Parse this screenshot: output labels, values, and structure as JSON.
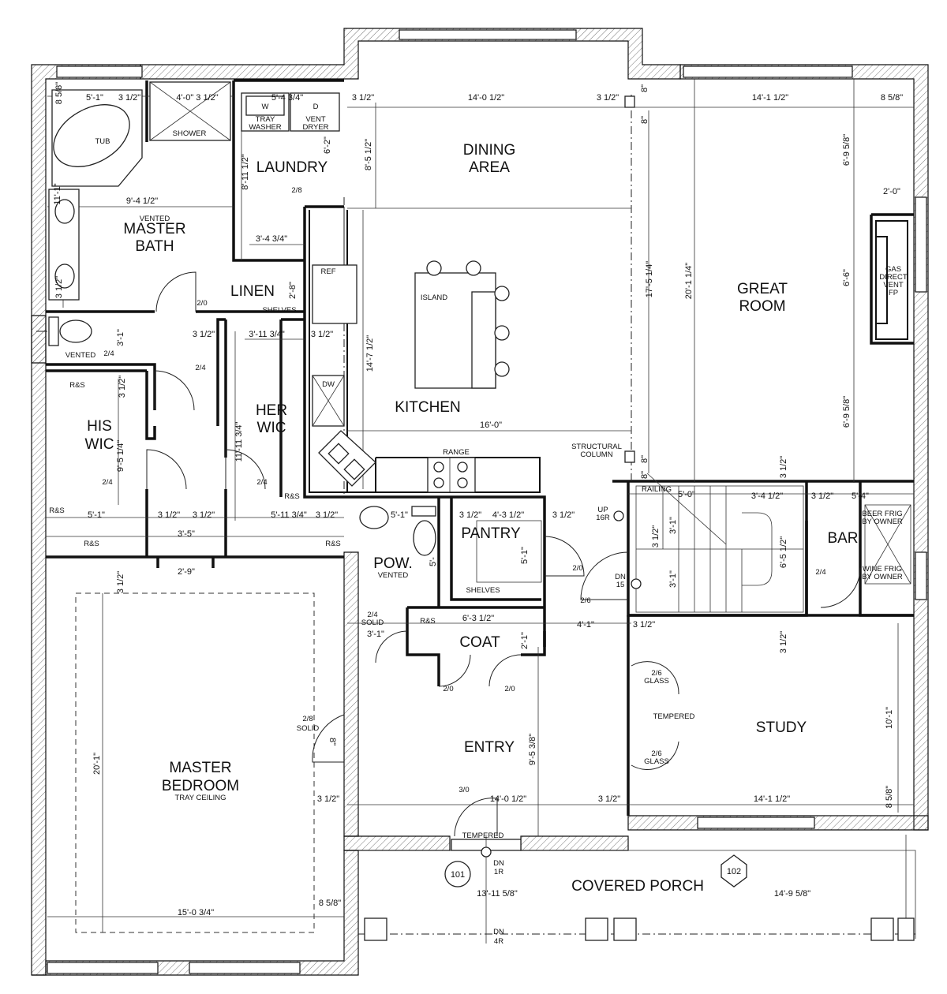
{
  "rooms": {
    "dining": [
      "DINING",
      "AREA"
    ],
    "great": [
      "GREAT",
      "ROOM"
    ],
    "kitchen": "KITCHEN",
    "laundry": "LAUNDRY",
    "master_bath": [
      "MASTER",
      "BATH"
    ],
    "master_bath_note": "VENTED",
    "linen": "LINEN",
    "his_wic": [
      "HIS",
      "WIC"
    ],
    "her_wic": [
      "HER",
      "WIC"
    ],
    "pow": "POW.",
    "pow_note": "VENTED",
    "pantry": "PANTRY",
    "bar": "BAR",
    "coat": "COAT",
    "entry": "ENTRY",
    "study": "STUDY",
    "master_bedroom": [
      "MASTER",
      "BEDROOM"
    ],
    "master_bedroom_note": "TRAY CEILING",
    "covered_porch": "COVERED PORCH"
  },
  "labels": {
    "tub": "TUB",
    "shower": "SHOWER",
    "washer": [
      "W",
      "TRAY",
      "WASHER"
    ],
    "dryer": [
      "D",
      "VENT",
      "DRYER"
    ],
    "ref": "REF",
    "island": "ISLAND",
    "dw": "DW",
    "range": "RANGE",
    "structural_column": [
      "STRUCTURAL",
      "COLUMN"
    ],
    "fireplace": [
      "GAS",
      "DIRECT",
      "VENT",
      "FP"
    ],
    "railing": "RAILING",
    "up": [
      "UP",
      "16R"
    ],
    "dn": [
      "DN",
      "15"
    ],
    "beer_frig": [
      "BEER FRIG",
      "BY OWNER"
    ],
    "wine_frig": [
      "WINE FRIG",
      "BY OWNER"
    ],
    "shelves_linen": "SHELVES",
    "shelves_pantry": "SHELVES",
    "wc_vented": "VENTED",
    "rs": "R&S",
    "glass": "GLASS",
    "tempered": "TEMPERED",
    "solid": "SOLID",
    "dn_porch": [
      "DN",
      "1R"
    ],
    "dn_steps": [
      "DN",
      "4R"
    ],
    "tag_101": "101",
    "tag_102": "102"
  },
  "doors": {
    "d_2_0": "2/0",
    "d_2_4": "2/4",
    "d_2_6": "2/6",
    "d_2_8": "2/8",
    "d_3_0": "3/0"
  },
  "dims": {
    "bath_w1": "5'-1\"",
    "bath_w2": "3 1/2\"",
    "shower_w": "4'-0\" 3 1/2\"",
    "laundry_w": "5'-4 3/4\"",
    "bath_top": "8 5/8\"",
    "dining_w": "14'-0 1/2\"",
    "dining_l": "3 1/2\"",
    "dining_r": "3 1/2\"",
    "great_w": "14'-1 1/2\"",
    "great_r": "8 5/8\"",
    "great_top1": "8\"",
    "great_top2": "8\"",
    "laundry_h": "8'-11 1/2\"",
    "laundry_door": "6'-2\"",
    "dining_h": "8'-5 1/2\"",
    "bath_w": "9'-4 1/2\"",
    "bath_side": "11'-1\"",
    "bath_bot": "3 1/2\"",
    "laundry_bot": "3'-4 3/4\"",
    "linen_h": "2'-8\"",
    "fp_w": "2'-0\"",
    "fp_top": "6'-9 5/8\"",
    "fp_mid": "6'-6\"",
    "fp_bot": "6'-9 5/8\"",
    "kitchen_h": "17'-5 1/4\"",
    "great_h": "20'-1 1/4\"",
    "wc_h": "3'-1\"",
    "her_top_l": "3 1/2\"",
    "her_top": "3'-11 3/4\"",
    "her_top_r": "3 1/2\"",
    "kitchen_h2": "14'-7 1/2\"",
    "kitchen_w": "16'-0\"",
    "his_top": "3 1/2\"",
    "his_h": "9'-5 1/4\"",
    "her_h": "11'-11 3/4\"",
    "col_h1": "8\"",
    "col_h2": "8\"",
    "stair_side": "3 1/2\"",
    "stair_w1": "5'-0\"",
    "stair_w2": "3'-4 1/2\"",
    "bar_l": "3 1/2\"",
    "bar_w": "5'-4\"",
    "his_bot": "5'-1\"",
    "wic_mid_l": "3 1/2\"",
    "wic_mid_r": "3 1/2\"",
    "her_bot": "5'-11 3/4\"",
    "her_bot_r": "3 1/2\"",
    "hall_w": "3'-5\"",
    "pow_w": "5'-1\"",
    "pantry_l": "3 1/2\"",
    "pantry_w": "4'-3 1/2\"",
    "pantry_r": "3 1/2\"",
    "stair_h1": "3'-1\"",
    "stair_mid": "3 1/2\"",
    "stair_h2": "3'-1\"",
    "stair_len": "6'-5 1/2\"",
    "pow_h": "5'-",
    "pantry_h": "5'-1\"",
    "hall_open": "2'-9\"",
    "bed_top": "3 1/2\"",
    "coat_w": "6'-3 1/2\"",
    "coat_l": "3'-1\"",
    "coat_h": "2'-1\"",
    "coat_r": "4'-1\"",
    "study_top_l": "3 1/2\"",
    "study_top_r": "3 1/2\"",
    "study_h": "10'-1\"",
    "entry_h": "9'-5 3/8\"",
    "bed_h": "20'-1\"",
    "bed_r": "3 1/2\"",
    "entry_w": "14'-0 1/2\"",
    "entry_r": "3 1/2\"",
    "study_w": "14'-1 1/2\"",
    "study_bot": "8 5/8\"",
    "porch_w1": "13'-11 5/8\"",
    "porch_w2": "14'-9 5/8\"",
    "bed_w": "15'-0 3/4\"",
    "bed_bot_r": "8 5/8\"",
    "bed_door": "8\""
  }
}
